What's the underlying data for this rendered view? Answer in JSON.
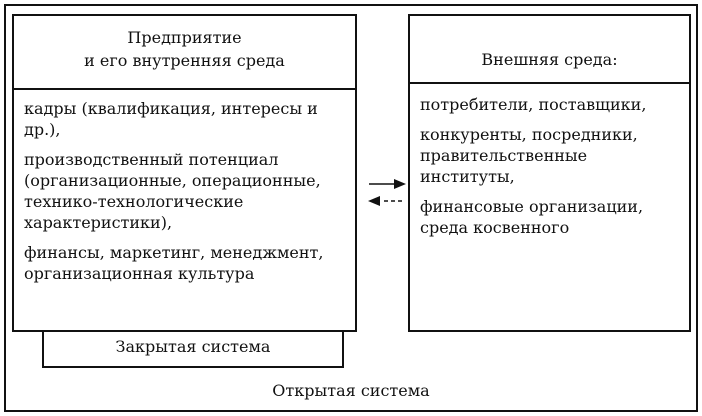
{
  "enterprise": {
    "title_line1": "Предприятие",
    "title_line2": "и его внутренняя среда",
    "items": [
      "кадры (квалификация, интересы и\nдр.),",
      "производственный потенциал\n(организационные, операционные,\nтехнико-технологические\nхарактеристики),",
      "финансы, маркетинг, менеджмент,\nорганизационная культура"
    ]
  },
  "external": {
    "title": "Внешняя среда:",
    "items": [
      "потребители, поставщики,",
      "конкуренты, посредники,\nправительственные\nинституты,",
      "финансовые организации,\nсреда косвенного"
    ]
  },
  "closed_system": "Закрытая система",
  "open_system": "Открытая система"
}
